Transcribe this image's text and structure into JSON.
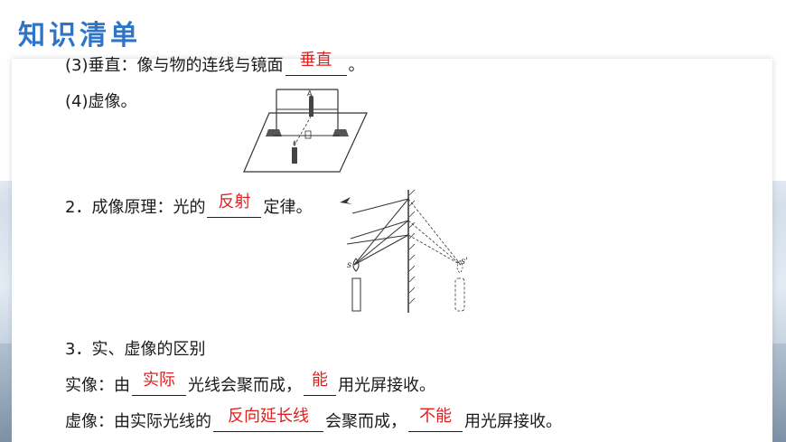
{
  "title": "知识清单",
  "items": {
    "perpendicular": {
      "prefix": "(3)垂直：像与物的连线与镜面",
      "answer": "垂直",
      "suffix": "。"
    },
    "virtual": {
      "text": "(4)虚像。"
    },
    "principle": {
      "prefix": "2．成像原理：光的",
      "answer": "反射",
      "suffix": "定律。"
    },
    "difference_heading": {
      "text": "3．实、虚像的区别"
    },
    "real_image": {
      "prefix": "实像：由",
      "answer1": "实际",
      "middle": "光线会聚而成，",
      "answer2": "能",
      "suffix": "用光屏接收。"
    },
    "virtual_image": {
      "prefix": "虚像：由实际光线的",
      "answer1": "反向延长线",
      "middle": "会聚而成，",
      "answer2": "不能",
      "suffix": "用光屏接收。"
    }
  },
  "diagram_labels": {
    "s": "s",
    "s_prime": "s'",
    "a": "A"
  },
  "colors": {
    "title": "#2e74c9",
    "answer": "#e02020",
    "text": "#1a1a1a"
  }
}
